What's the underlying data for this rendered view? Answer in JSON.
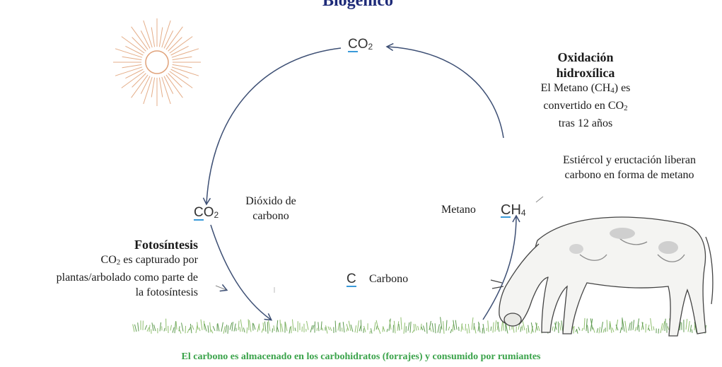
{
  "title": {
    "left": "Biogénico",
    "right": ""
  },
  "cycle": {
    "co2_top": "CO",
    "co2_top_sub": "2",
    "co2_left": "CO",
    "co2_left_sub": "2",
    "ch4": "CH",
    "ch4_sub": "4",
    "carbon_symbol": "C"
  },
  "labels": {
    "oxidation_title_1": "Oxidación",
    "oxidation_title_2": "hidroxílica",
    "oxidation_line_1a": "El Metano (CH",
    "oxidation_line_1_sub": "4",
    "oxidation_line_1b": ") es",
    "oxidation_line_2a": "convertido en CO",
    "oxidation_line_2_sub": "2",
    "oxidation_line_3": "tras 12 años",
    "manure_line_1": "Estiércol y eructación liberan",
    "manure_line_2": "carbono en forma de metano",
    "dioxide_line_1": "Dióxido de",
    "dioxide_line_2": "carbono",
    "metano": "Metano",
    "carbono": "Carbono",
    "photo_title": "Fotosíntesis",
    "photo_line_1a": "CO",
    "photo_line_1_sub": "2",
    "photo_line_1b": " es capturado por",
    "photo_line_2": "plantas/arbolado como parte de",
    "photo_line_3": "la fotosíntesis"
  },
  "footer": "El carbono es almacenado en los carbohidratos (forrajes) y consumido por rumiantes",
  "colors": {
    "title": "#1d2a78",
    "underline": "#3a9ad9",
    "footer": "#3aa34a",
    "arrow": "#3d4f74",
    "sun": "#e0a27a"
  },
  "icons": [
    "sun-icon",
    "cow-illustration",
    "grass-strip"
  ]
}
